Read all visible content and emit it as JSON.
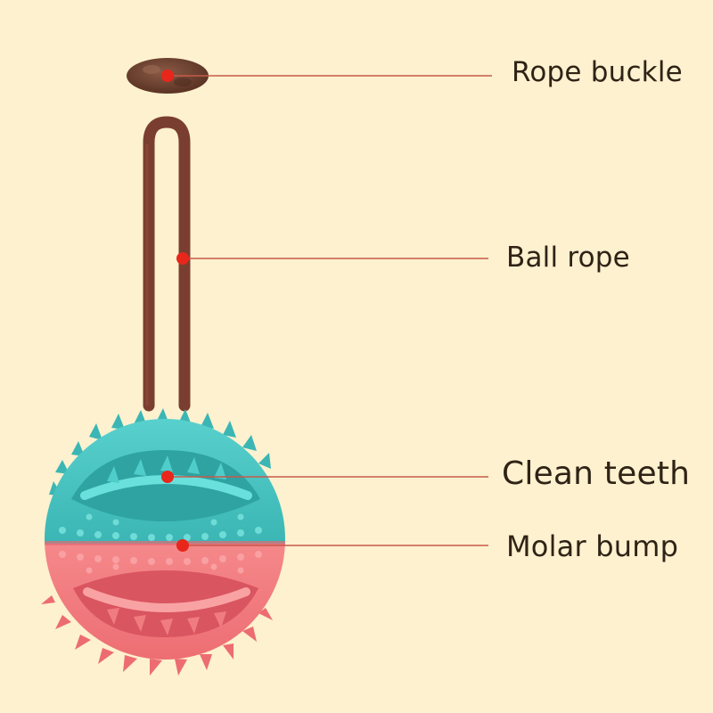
{
  "callouts": {
    "rope_buckle": "Rope buckle",
    "ball_rope": "Ball rope",
    "clean_teeth": "Clean teeth",
    "molar_bump": "Molar bump"
  },
  "colors": {
    "background": "#fdf1cf",
    "buckle": "#6b3f2f",
    "rope": "#7a3e30",
    "ball_top": "#49c6c4",
    "ball_bottom": "#f37d80",
    "leader_line": "#c75a4a",
    "marker_dot": "#e8261c",
    "label_text": "#2f2316"
  },
  "icons": {
    "buckle": "rope-buckle-icon",
    "rope": "ball-rope-icon",
    "ball": "chew-ball-icon"
  }
}
